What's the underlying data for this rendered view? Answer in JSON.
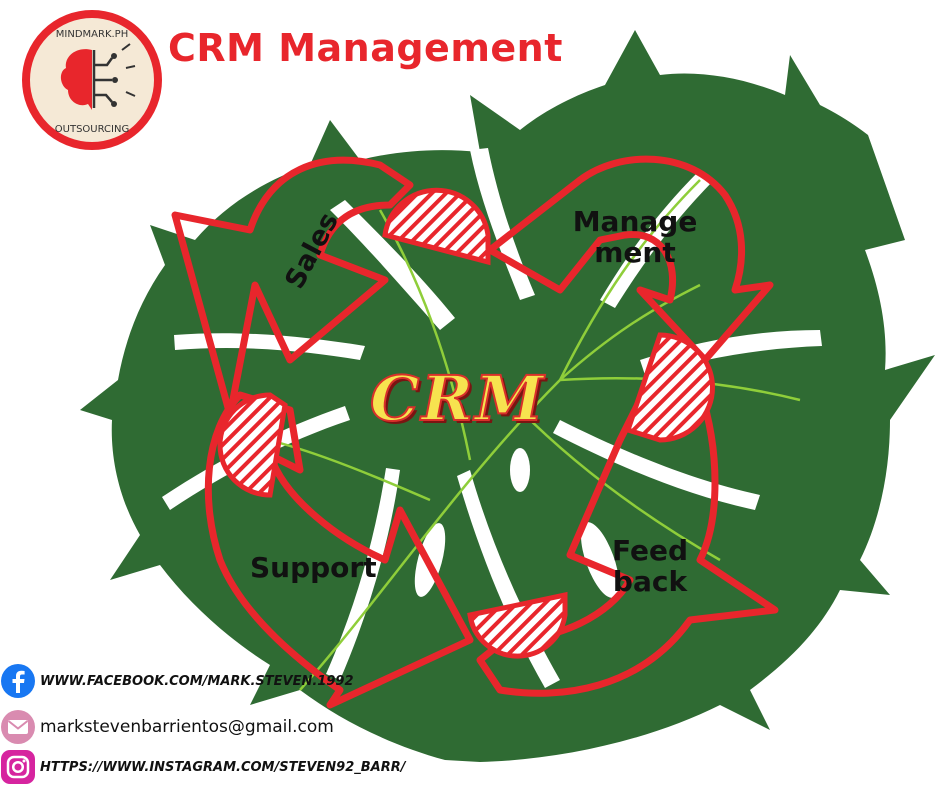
{
  "header": {
    "title": "CRM Management",
    "logo_top_text": "MINDMARK.PH",
    "logo_bottom_text": "OUTSOURCING"
  },
  "diagram": {
    "center_label": "CRM",
    "stages": {
      "sales": "Sales",
      "management_line1": "Manage",
      "management_line2": "ment",
      "support": "Support",
      "feedback_line1": "Feed",
      "feedback_line2": "back"
    }
  },
  "contacts": {
    "facebook": "WWW.FACEBOOK.COM/MARK.STEVEN.1992",
    "email": "markstevenbarrientos@gmail.com",
    "instagram": "HTTPS://WWW.INSTAGRAM.COM/STEVEN92_BARR/"
  },
  "colors": {
    "accent_red": "#e8262c",
    "leaf_green": "#2f6b33",
    "vein_green": "#8fce3a",
    "crm_yellow": "#f7e34f",
    "facebook_blue": "#1877f2",
    "email_pink": "#d98bb0"
  },
  "icons": {
    "facebook": "facebook-icon",
    "email": "email-icon",
    "instagram": "instagram-icon",
    "logo": "brain-logo-icon"
  }
}
